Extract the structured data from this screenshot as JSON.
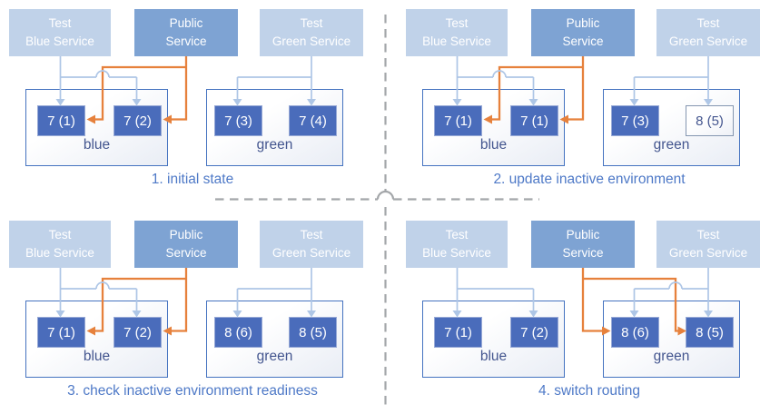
{
  "colors": {
    "service-light": "#C0D2E9",
    "service-public": "#7EA3D3",
    "service-text": "#FFFFFF",
    "pod-fill": "#4A6CBB",
    "pod-border": "#97A9D6",
    "pod-text": "#FFFFFF",
    "pod-outlined-border": "#8496B0",
    "pod-outlined-text": "#44568F",
    "env-border": "#4573C0",
    "env-label-text": "#44568F",
    "caption-text": "#4E79C7",
    "line-blue": "#AEC6E6",
    "line-orange": "#E6813C",
    "divider-gray": "#A3A6A9"
  },
  "panels": [
    {
      "caption": "1. initial state",
      "public_routes_to": "blue",
      "services": [
        {
          "label": "Test\nBlue Service"
        },
        {
          "label": "Public\nService"
        },
        {
          "label": "Test\nGreen Service"
        }
      ],
      "environments": [
        {
          "name": "blue",
          "pods": [
            {
              "label": "7 (1)",
              "variant": "filled"
            },
            {
              "label": "7 (2)",
              "variant": "filled"
            }
          ]
        },
        {
          "name": "green",
          "pods": [
            {
              "label": "7 (3)",
              "variant": "filled"
            },
            {
              "label": "7 (4)",
              "variant": "filled"
            }
          ]
        }
      ]
    },
    {
      "caption": "2. update inactive environment",
      "public_routes_to": "blue",
      "services": [
        {
          "label": "Test\nBlue Service"
        },
        {
          "label": "Public\nService"
        },
        {
          "label": "Test\nGreen Service"
        }
      ],
      "environments": [
        {
          "name": "blue",
          "pods": [
            {
              "label": "7 (1)",
              "variant": "filled"
            },
            {
              "label": "7 (1)",
              "variant": "filled"
            }
          ]
        },
        {
          "name": "green",
          "pods": [
            {
              "label": "7 (3)",
              "variant": "filled"
            },
            {
              "label": "8 (5)",
              "variant": "outlined"
            }
          ]
        }
      ]
    },
    {
      "caption": "3. check inactive environment readiness",
      "public_routes_to": "blue",
      "services": [
        {
          "label": "Test\nBlue Service"
        },
        {
          "label": "Public\nService"
        },
        {
          "label": "Test\nGreen Service"
        }
      ],
      "environments": [
        {
          "name": "blue",
          "pods": [
            {
              "label": "7 (1)",
              "variant": "filled"
            },
            {
              "label": "7 (2)",
              "variant": "filled"
            }
          ]
        },
        {
          "name": "green",
          "pods": [
            {
              "label": "8 (6)",
              "variant": "filled"
            },
            {
              "label": "8 (5)",
              "variant": "filled"
            }
          ]
        }
      ]
    },
    {
      "caption": "4. switch routing",
      "public_routes_to": "green",
      "services": [
        {
          "label": "Test\nBlue Service"
        },
        {
          "label": "Public\nService"
        },
        {
          "label": "Test\nGreen Service"
        }
      ],
      "environments": [
        {
          "name": "blue",
          "pods": [
            {
              "label": "7 (1)",
              "variant": "filled"
            },
            {
              "label": "7 (2)",
              "variant": "filled"
            }
          ]
        },
        {
          "name": "green",
          "pods": [
            {
              "label": "8 (6)",
              "variant": "filled"
            },
            {
              "label": "8 (5)",
              "variant": "filled"
            }
          ]
        }
      ]
    }
  ]
}
